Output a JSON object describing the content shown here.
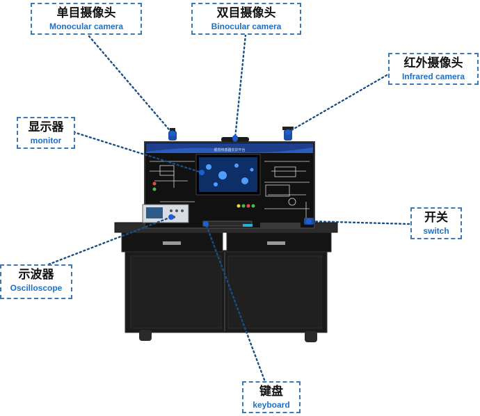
{
  "labels": {
    "monocular": {
      "zh": "单目摄像头",
      "en": "Monocular camera"
    },
    "binocular": {
      "zh": "双目摄像头",
      "en": "Binocular camera"
    },
    "infrared": {
      "zh": "红外摄像头",
      "en": "Infrared camera"
    },
    "monitor": {
      "zh": "显示器",
      "en": "monitor"
    },
    "switch": {
      "zh": "开关",
      "en": "switch"
    },
    "oscilloscope": {
      "zh": "示波器",
      "en": "Oscilloscope"
    },
    "keyboard": {
      "zh": "键盘",
      "en": "keyboard"
    }
  },
  "panel_title": "视觉传感器实训平台",
  "colors": {
    "accent": "#1f6fc2",
    "border": "#3b78b5",
    "leader": "#1a4f86",
    "cabinet": "#1c1c1c"
  }
}
